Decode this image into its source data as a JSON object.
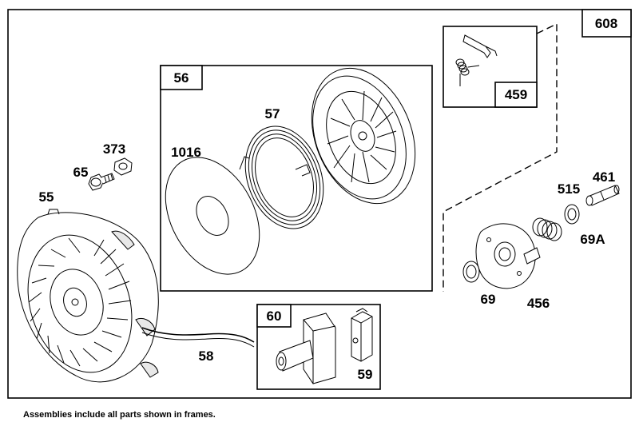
{
  "main_frame": {
    "number": "608"
  },
  "frames": [
    {
      "id": "frame-56",
      "number": "56"
    },
    {
      "id": "frame-60",
      "number": "60"
    },
    {
      "id": "frame-459",
      "number": "459"
    }
  ],
  "parts": [
    {
      "id": "373",
      "label": "373"
    },
    {
      "id": "65",
      "label": "65"
    },
    {
      "id": "55",
      "label": "55"
    },
    {
      "id": "1016",
      "label": "1016"
    },
    {
      "id": "57",
      "label": "57"
    },
    {
      "id": "58",
      "label": "58"
    },
    {
      "id": "59",
      "label": "59"
    },
    {
      "id": "461",
      "label": "461"
    },
    {
      "id": "515",
      "label": "515"
    },
    {
      "id": "69A",
      "label": "69A"
    },
    {
      "id": "69",
      "label": "69"
    },
    {
      "id": "456",
      "label": "456"
    }
  ],
  "footnote": "Assemblies include all parts shown in frames."
}
